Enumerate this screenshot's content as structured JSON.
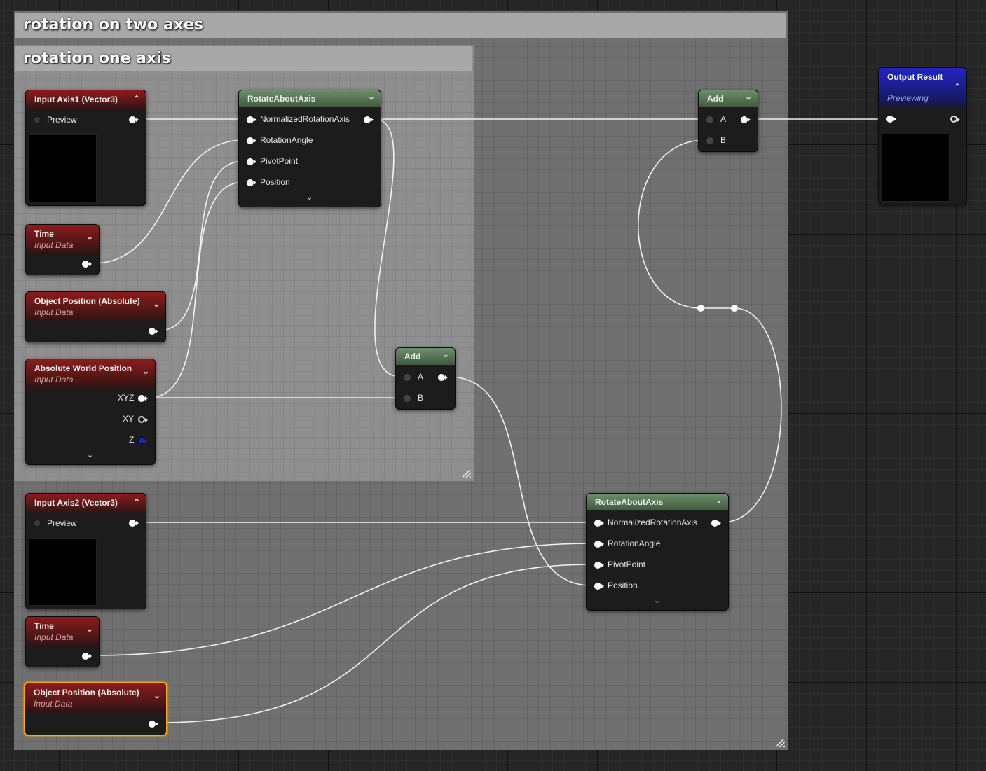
{
  "comments": {
    "outer_title": "rotation on two axes",
    "inner_title": "rotation one axis"
  },
  "nodes": {
    "input_axis1": {
      "title": "Input Axis1 (Vector3)",
      "row": "Preview"
    },
    "time1": {
      "title": "Time",
      "subtitle": "Input Data"
    },
    "objpos1": {
      "title": "Object Position (Absolute)",
      "subtitle": "Input Data"
    },
    "awp": {
      "title": "Absolute World Position",
      "subtitle": "Input Data",
      "outputs": [
        "XYZ",
        "XY",
        "Z"
      ]
    },
    "rotate1": {
      "title": "RotateAboutAxis",
      "inputs": [
        "NormalizedRotationAxis",
        "RotationAngle",
        "PivotPoint",
        "Position"
      ]
    },
    "add1": {
      "title": "Add",
      "inputs": [
        "A",
        "B"
      ]
    },
    "add2": {
      "title": "Add",
      "inputs": [
        "A",
        "B"
      ]
    },
    "output": {
      "title": "Output Result",
      "subtitle": "Previewing"
    },
    "input_axis2": {
      "title": "Input Axis2 (Vector3)",
      "row": "Preview"
    },
    "time2": {
      "title": "Time",
      "subtitle": "Input Data"
    },
    "objpos2": {
      "title": "Object Position (Absolute)",
      "subtitle": "Input Data"
    },
    "rotate2": {
      "title": "RotateAboutAxis",
      "inputs": [
        "NormalizedRotationAxis",
        "RotationAngle",
        "PivotPoint",
        "Position"
      ]
    }
  },
  "icons": {
    "collapse": "chevron-up-icon",
    "expand": "chevron-down-icon",
    "resize": "resize-grip-icon"
  },
  "colors": {
    "input_header": "#8c1c1c",
    "function_header": "#6d8f6a",
    "output_header": "#2424c8",
    "selection": "#f5a623"
  }
}
